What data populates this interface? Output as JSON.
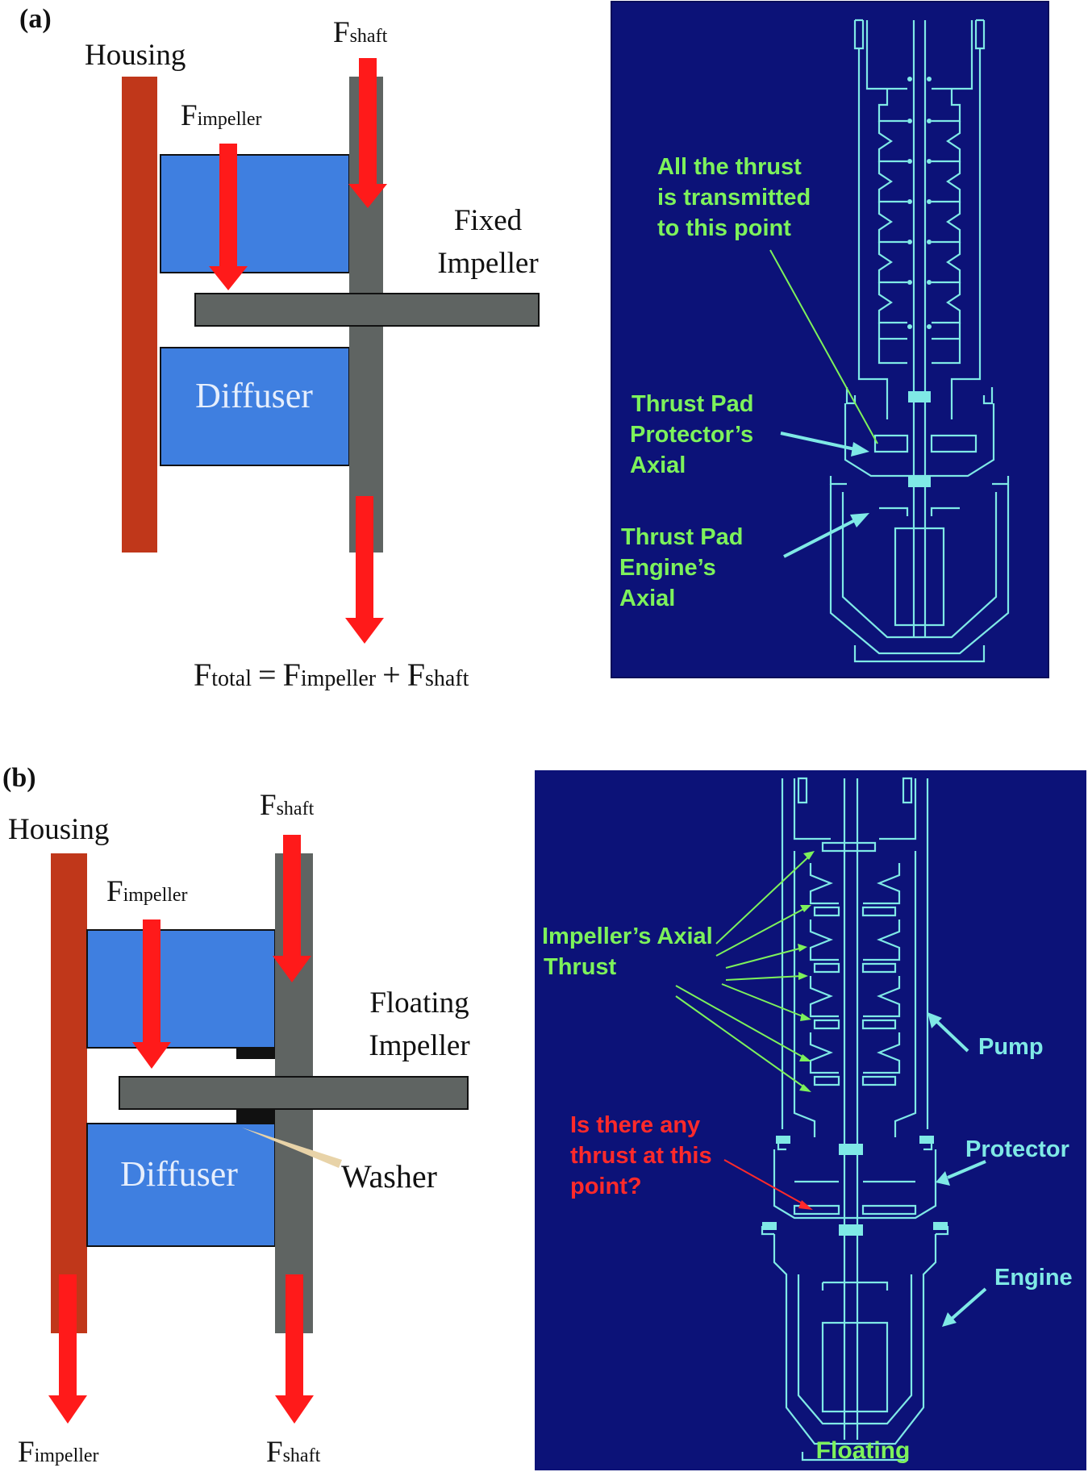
{
  "colors": {
    "housing": "#c0371a",
    "diffuser": "#3f7fe0",
    "shaft": "#5f6462",
    "arrow": "#ff1a1a",
    "panel_bg": "#0c1278",
    "schematic": "#7fe9e6",
    "callout_green": "#7df25b",
    "callout_red": "#ff2a2a",
    "callout_cyan": "#7fe9e6"
  },
  "panel_a": {
    "tag": "(a)",
    "housing_label": "Housing",
    "f_shaft": {
      "base": "F",
      "sub": "shaft"
    },
    "f_impeller": {
      "base": "F",
      "sub": "impeller"
    },
    "impeller_label_1": "Fixed",
    "impeller_label_2": "Impeller",
    "diffuser_label": "Diffuser",
    "equation": {
      "lhs_base": "F",
      "lhs_sub": "total",
      "eq": "=",
      "t1_base": "F",
      "t1_sub": "impeller",
      "plus": "+",
      "t2_base": "F",
      "t2_sub": "shaft"
    },
    "schematic": {
      "callout_top": [
        "All the thrust",
        "is transmitted",
        "to this point"
      ],
      "callout_protector": [
        "Thrust Pad",
        "Protector’s",
        "Axial"
      ],
      "callout_engine": [
        "Thrust Pad",
        "Engine’s",
        "Axial"
      ]
    }
  },
  "panel_b": {
    "tag": "(b)",
    "housing_label": "Housing",
    "f_shaft": {
      "base": "F",
      "sub": "shaft"
    },
    "f_impeller": {
      "base": "F",
      "sub": "impeller"
    },
    "impeller_label_1": "Floating",
    "impeller_label_2": "Impeller",
    "diffuser_label": "Diffuser",
    "washer_label": "Washer",
    "f_impeller_bottom": {
      "base": "F",
      "sub": "impeller"
    },
    "f_shaft_bottom": {
      "base": "F",
      "sub": "shaft"
    },
    "schematic": {
      "callout_impeller": [
        "Impeller’s Axial",
        "Thrust"
      ],
      "callout_question": [
        "Is there any",
        "thrust at this",
        "point?"
      ],
      "label_pump": "Pump",
      "label_protector": "Protector",
      "label_engine": "Engine",
      "caption": "Floating"
    }
  }
}
